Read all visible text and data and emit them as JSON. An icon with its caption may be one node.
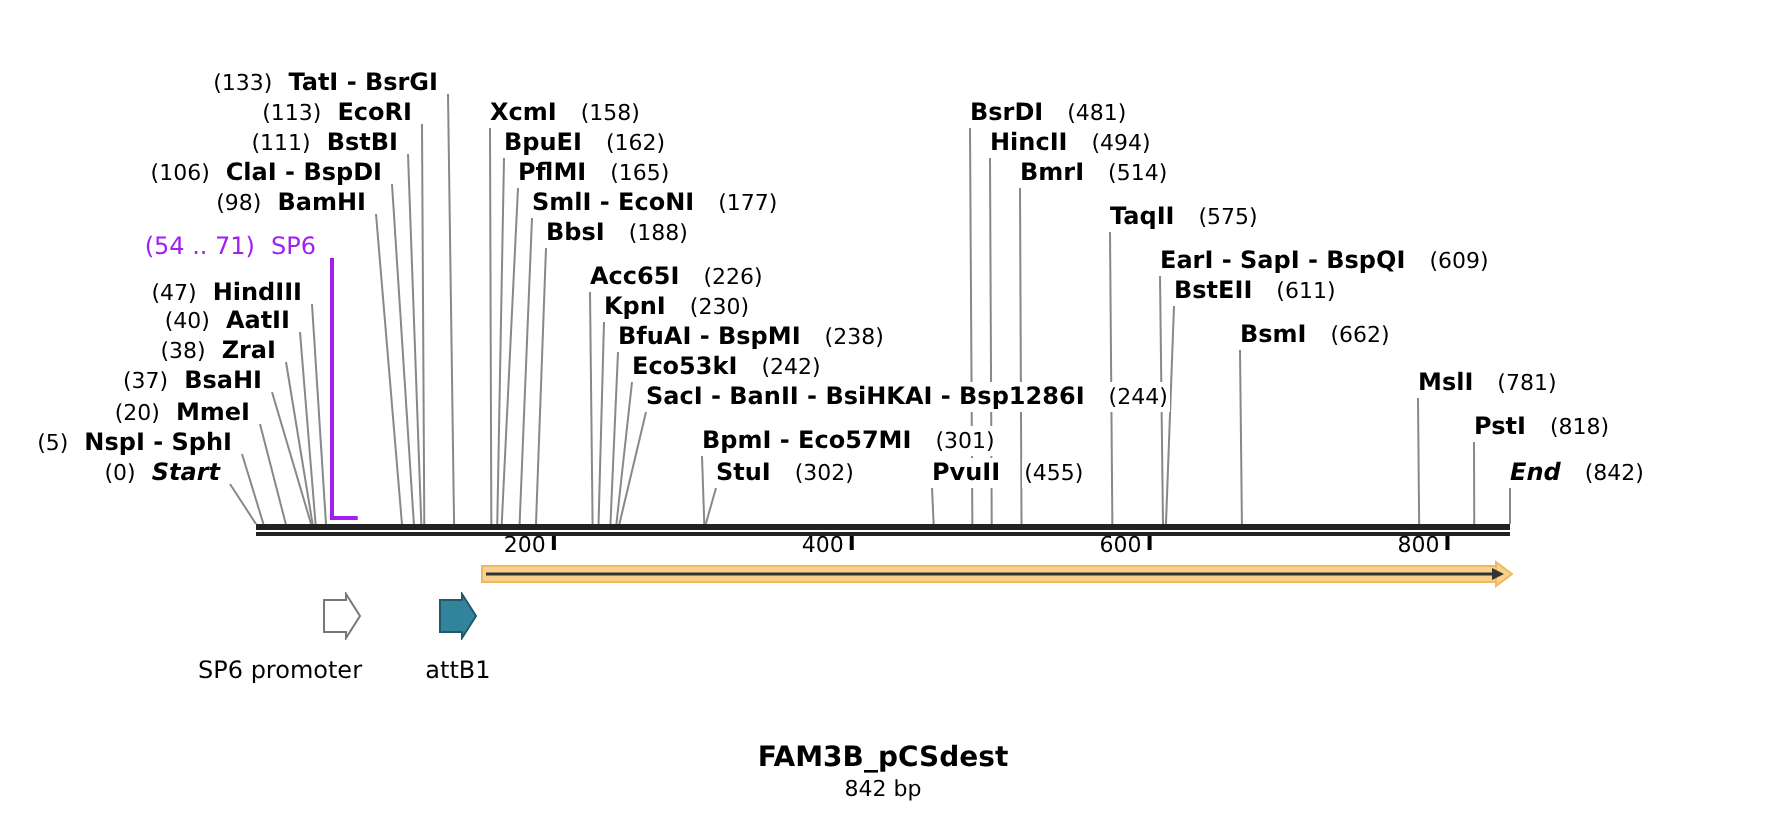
{
  "diagram": {
    "title": "FAM3B_pCSdest",
    "caption": "842 bp",
    "nodes": [
      {
        "text": [
          "(133)",
          "TatI - BsrGI"
        ]
      },
      {
        "text": [
          "(113)",
          "EcoRI"
        ]
      },
      {
        "text": [
          "(111)",
          "BstBI"
        ]
      },
      {
        "text": [
          "(106)",
          "ClaI - BspDI"
        ]
      },
      {
        "text": [
          "(98)",
          "BamHI"
        ]
      },
      {
        "text": [
          "(54 .. 71)",
          "SP6"
        ]
      },
      {
        "text": [
          "(47)",
          "HindIII"
        ]
      },
      {
        "text": [
          "(40)",
          "AatII"
        ]
      },
      {
        "text": [
          "(38)",
          "ZraI"
        ]
      },
      {
        "text": [
          "(37)",
          "BsaHI"
        ]
      },
      {
        "text": [
          "(20)",
          "MmeI"
        ]
      },
      {
        "text": [
          "(5)",
          "NspI - SphI"
        ]
      },
      {
        "text": [
          "(0)",
          "Start"
        ]
      },
      {
        "text": [
          "XcmI",
          "(158)"
        ]
      },
      {
        "text": [
          "BpuEI",
          "(162)"
        ]
      },
      {
        "text": [
          "PflMI",
          "(165)"
        ]
      },
      {
        "text": [
          "SmlI - EcoNI",
          "(177)"
        ]
      },
      {
        "text": [
          "BbsI",
          "(188)"
        ]
      },
      {
        "text": [
          "Acc65I",
          "(226)"
        ]
      },
      {
        "text": [
          "KpnI",
          "(230)"
        ]
      },
      {
        "text": [
          "BfuAI - BspMI",
          "(238)"
        ]
      },
      {
        "text": [
          "Eco53kI",
          "(242)"
        ]
      },
      {
        "text": [
          "SacI - BanII - BsiHKAI - Bsp1286I",
          "(244)"
        ]
      },
      {
        "text": [
          "BpmI - Eco57MI",
          "(301)"
        ]
      },
      {
        "text": [
          "StuI",
          "(302)"
        ]
      },
      {
        "text": [
          "PvuII",
          "(455)"
        ]
      },
      {
        "text": [
          "BsrDI",
          "(481)"
        ]
      },
      {
        "text": [
          "HincII",
          "(494)"
        ]
      },
      {
        "text": [
          "BmrI",
          "(514)"
        ]
      },
      {
        "text": [
          "TaqII",
          "(575)"
        ]
      },
      {
        "text": [
          "EarI - SapI - BspQI",
          "(609)"
        ]
      },
      {
        "text": [
          "BstEII",
          "(611)"
        ]
      },
      {
        "text": [
          "BsmI",
          "(662)"
        ]
      },
      {
        "text": [
          "MslI",
          "(781)"
        ]
      },
      {
        "text": [
          "PstI",
          "(818)"
        ]
      },
      {
        "text": [
          "End",
          "(842)"
        ]
      },
      {
        "text": [],
        "shape": "bar"
      },
      {
        "text": [
          "SP6 promoter"
        ]
      },
      {
        "text": [
          "attB1"
        ]
      }
    ],
    "edges": [
      {
        "from": 0,
        "to": 36,
        "arrow": "none"
      },
      {
        "from": 1,
        "to": 36,
        "arrow": "none"
      },
      {
        "from": 2,
        "to": 36,
        "arrow": "none"
      },
      {
        "from": 3,
        "to": 36,
        "arrow": "none"
      },
      {
        "from": 4,
        "to": 36,
        "arrow": "none"
      },
      {
        "from": 5,
        "to": 36,
        "arrow": "none",
        "color": "#a020f0"
      },
      {
        "from": 6,
        "to": 36,
        "arrow": "none"
      },
      {
        "from": 7,
        "to": 36,
        "arrow": "none"
      },
      {
        "from": 8,
        "to": 36,
        "arrow": "none"
      },
      {
        "from": 9,
        "to": 36,
        "arrow": "none"
      },
      {
        "from": 10,
        "to": 36,
        "arrow": "none"
      },
      {
        "from": 11,
        "to": 36,
        "arrow": "none"
      },
      {
        "from": 12,
        "to": 36,
        "arrow": "none"
      },
      {
        "from": 13,
        "to": 36,
        "arrow": "none"
      },
      {
        "from": 14,
        "to": 36,
        "arrow": "none"
      },
      {
        "from": 15,
        "to": 36,
        "arrow": "none"
      },
      {
        "from": 16,
        "to": 36,
        "arrow": "none"
      },
      {
        "from": 17,
        "to": 36,
        "arrow": "none"
      },
      {
        "from": 18,
        "to": 36,
        "arrow": "none"
      },
      {
        "from": 19,
        "to": 36,
        "arrow": "none"
      },
      {
        "from": 20,
        "to": 36,
        "arrow": "none"
      },
      {
        "from": 21,
        "to": 36,
        "arrow": "none"
      },
      {
        "from": 22,
        "to": 36,
        "arrow": "none"
      },
      {
        "from": 23,
        "to": 36,
        "arrow": "none"
      },
      {
        "from": 24,
        "to": 36,
        "arrow": "none"
      },
      {
        "from": 25,
        "to": 36,
        "arrow": "none"
      },
      {
        "from": 26,
        "to": 36,
        "arrow": "none"
      },
      {
        "from": 27,
        "to": 36,
        "arrow": "none"
      },
      {
        "from": 28,
        "to": 36,
        "arrow": "none"
      },
      {
        "from": 29,
        "to": 36,
        "arrow": "none"
      },
      {
        "from": 30,
        "to": 36,
        "arrow": "none"
      },
      {
        "from": 31,
        "to": 36,
        "arrow": "none"
      },
      {
        "from": 32,
        "to": 36,
        "arrow": "none"
      },
      {
        "from": 33,
        "to": 36,
        "arrow": "none"
      },
      {
        "from": 34,
        "to": 36,
        "arrow": "none"
      },
      {
        "from": 35,
        "to": 36,
        "arrow": "none"
      }
    ],
    "labels": [
      "200",
      "400",
      "600",
      "800"
    ]
  }
}
